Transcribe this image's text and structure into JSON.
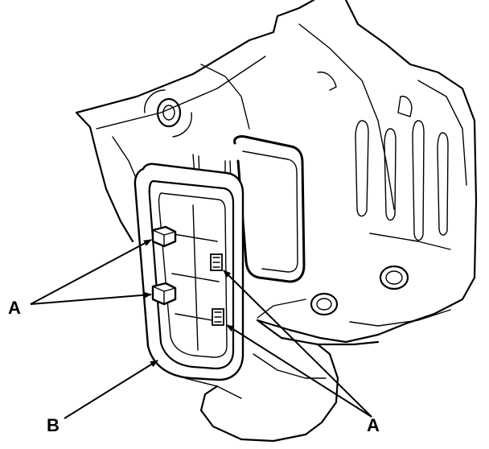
{
  "labels": {
    "clip_left": "A",
    "clip_right": "A",
    "grommet": "B"
  },
  "parts": {
    "body_panel_icon": "body-panel",
    "grommet_icon": "rubber-grommet-seal",
    "clip_icon": "retaining-clip"
  }
}
